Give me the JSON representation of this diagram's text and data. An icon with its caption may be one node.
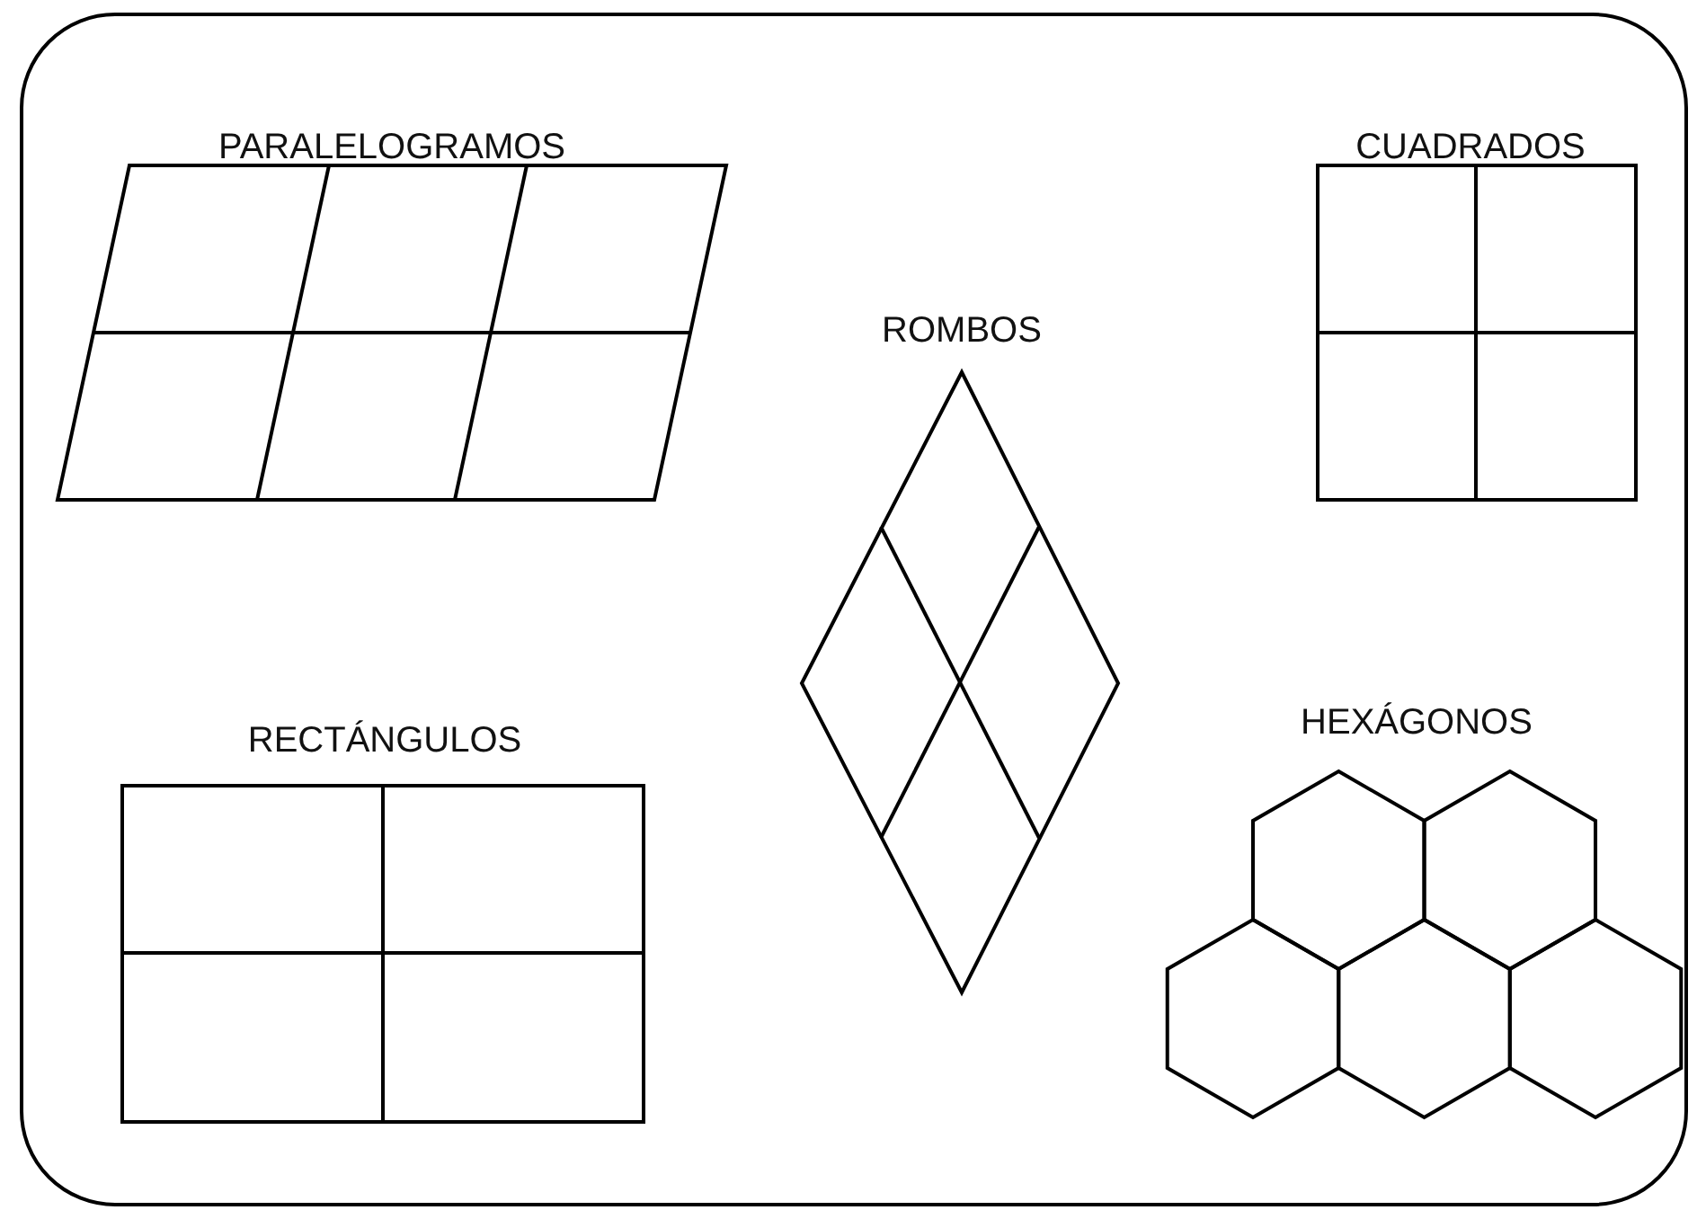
{
  "diagram": {
    "labels": [
      "PARALELOGRAMOS",
      "CUADRADOS",
      "ROMBOS",
      "RECTÁNGULOS",
      "HEXÁGONOS"
    ]
  }
}
